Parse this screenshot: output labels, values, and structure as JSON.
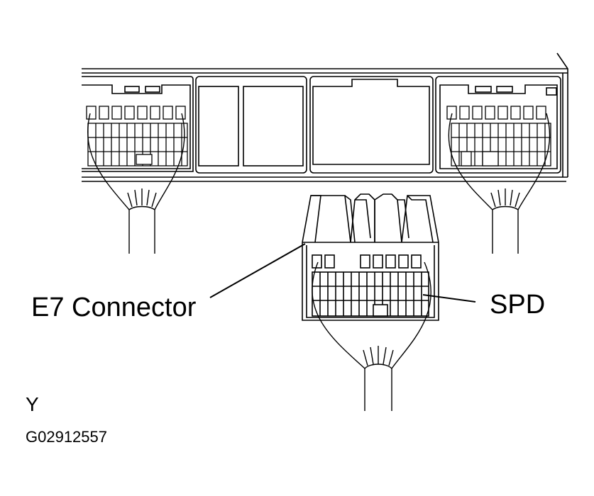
{
  "labels": {
    "connector": "E7 Connector",
    "pin": "SPD",
    "view": "Y",
    "figure_id": "G02912557"
  }
}
